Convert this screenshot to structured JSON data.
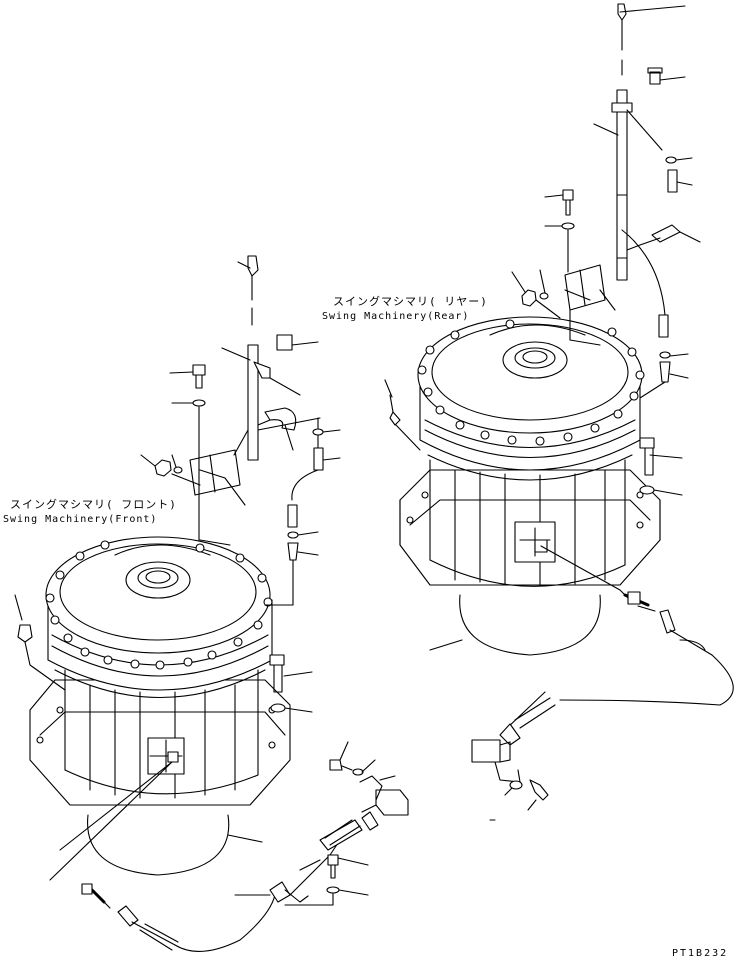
{
  "labels": {
    "rear_jp": "スイングマシマリ( リヤー)",
    "rear_en": "Swing Machinery(Rear)",
    "front_jp": "スイングマシマリ( フロント)",
    "front_en": "Swing Machinery(Front)"
  },
  "drawing_code": "PT1B232",
  "colors": {
    "line": "#000000",
    "background": "#ffffff"
  }
}
